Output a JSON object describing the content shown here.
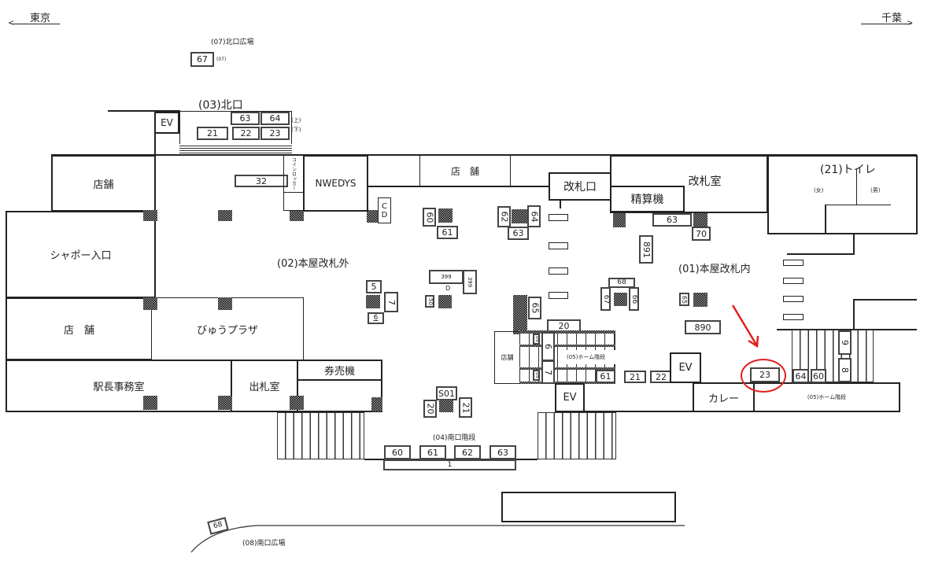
{
  "directions": {
    "west": "東京",
    "east": "千葉"
  },
  "areas": {
    "north_plaza": "(07)北口広場",
    "north_exit": "(03)北口",
    "outside_gate": "(02)本屋改札外",
    "inside_gate": "(01)本屋改札内",
    "toilet": "(21)トイレ",
    "toilet_f": "(女)",
    "toilet_m": "(男)",
    "south_stairs": "(04)南口階段",
    "south_plaza": "(08)南口広場",
    "home_stairs": "(05)ホーム階段",
    "home_stairs2": "(05)ホーム階段",
    "up": "(上)",
    "down": "(下)",
    "code07": "(07)"
  },
  "rooms": {
    "shop1": "店舗",
    "shop2": "店　舗",
    "shop3": "店　舗",
    "shop4": "店舗",
    "shapo": "シャポー入口",
    "view_plaza": "びゅうプラザ",
    "station_master": "駅長事務室",
    "ticket_office": "出札室",
    "ticket_machine": "券売機",
    "nwedys": "NWEDYS",
    "coin_locker": "コインロッカー",
    "gate": "改札口",
    "gate_room": "改札室",
    "fare_adjust": "精算機",
    "curry": "カレー",
    "ev": "EV",
    "cd_c": "C",
    "cd_d": "D"
  },
  "spots": {
    "n67": "67",
    "n63": "63",
    "n64": "64",
    "n21": "21",
    "n22": "22",
    "n23": "23",
    "s32": "32",
    "m60": "60",
    "m61": "61",
    "m62": "62",
    "m64": "64",
    "m63": "63",
    "g63": "63",
    "g70": "70",
    "g891": "891",
    "k399": "399",
    "k399v": "399",
    "kD": "D",
    "k50": "50",
    "p5": "5",
    "p7": "7",
    "p6": "6",
    "p65": "65",
    "q68": "68",
    "q67": "67",
    "q66": "66",
    "q65": "65",
    "q890": "890",
    "st20": "20",
    "st6": "6",
    "st7": "7",
    "st61": "61",
    "st05a": "05",
    "st05b": "05",
    "e21": "21",
    "e22": "22",
    "target23": "23",
    "e64": "64",
    "e60": "60",
    "r9": "9",
    "r8": "8",
    "s01": "S01",
    "s20": "20",
    "s21": "21",
    "sb60": "60",
    "sb61": "61",
    "sb62": "62",
    "sb63": "63",
    "sb1": "1",
    "sp68": "68"
  },
  "colors": {
    "highlight": "#e02020"
  }
}
